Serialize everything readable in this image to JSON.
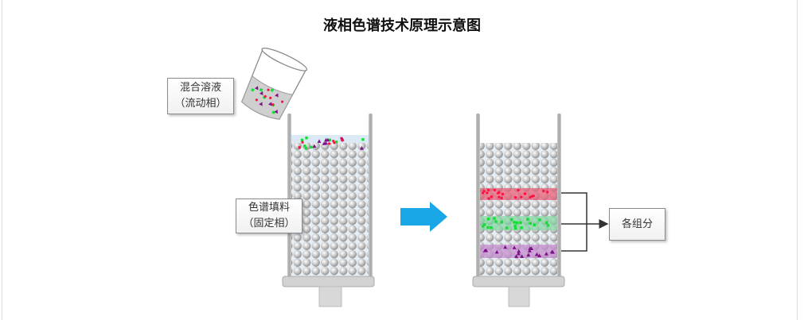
{
  "title": "液相色谱技术原理示意图",
  "labels": {
    "mixture_line1": "混合溶液",
    "mixture_line2": "（流动相）",
    "packing_line1": "色谱填料",
    "packing_line2": "（固定相）",
    "components": "各组分"
  },
  "colors": {
    "arrow": "#1aa7e8",
    "band_red": "#e8607a",
    "band_green": "#7fd6a0",
    "band_purple": "#c58fd0",
    "dot_red": "#ff1040",
    "dot_green": "#10e030",
    "dot_purple": "#80108a"
  }
}
